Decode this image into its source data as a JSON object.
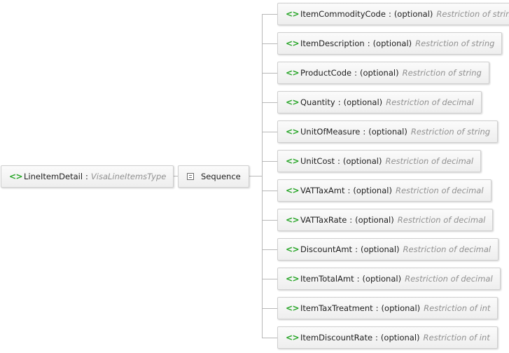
{
  "root": {
    "name": "LineItemDetail",
    "type": "VisaLineItemsType"
  },
  "sequence": {
    "label": "Sequence"
  },
  "optional_label": "(optional)",
  "children": [
    {
      "name": "ItemCommodityCode",
      "type": "Restriction of string"
    },
    {
      "name": "ItemDescription",
      "type": "Restriction of string"
    },
    {
      "name": "ProductCode",
      "type": "Restriction of string"
    },
    {
      "name": "Quantity",
      "type": "Restriction of decimal"
    },
    {
      "name": "UnitOfMeasure",
      "type": "Restriction of string"
    },
    {
      "name": "UnitCost",
      "type": "Restriction of decimal"
    },
    {
      "name": "VATTaxAmt",
      "type": "Restriction of decimal"
    },
    {
      "name": "VATTaxRate",
      "type": "Restriction of decimal"
    },
    {
      "name": "DiscountAmt",
      "type": "Restriction of decimal"
    },
    {
      "name": "ItemTotalAmt",
      "type": "Restriction of decimal"
    },
    {
      "name": "ItemTaxTreatment",
      "type": "Restriction of int"
    },
    {
      "name": "ItemDiscountRate",
      "type": "Restriction of int"
    }
  ],
  "colors": {
    "tag_icon": "#27a527",
    "type_text": "#909090",
    "connector": "#b8b8b8"
  }
}
